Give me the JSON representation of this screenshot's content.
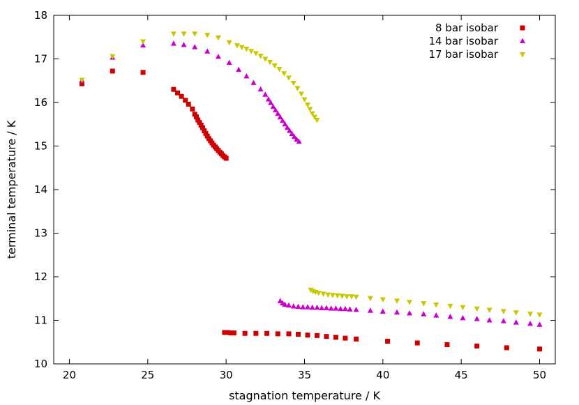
{
  "chart_data": {
    "type": "scatter",
    "title": "",
    "xlabel": "stagnation temperature / K",
    "ylabel": "terminal temperature / K",
    "xlim": [
      19,
      51
    ],
    "ylim": [
      10,
      18
    ],
    "xticks": [
      20,
      25,
      30,
      35,
      40,
      45,
      50
    ],
    "yticks": [
      10,
      11,
      12,
      13,
      14,
      15,
      16,
      17,
      18
    ],
    "grid": false,
    "legend_position": "top-right",
    "series": [
      {
        "name": "8 bar isobar",
        "marker": "square",
        "color": "#cc0000",
        "points": [
          [
            20.8,
            16.43
          ],
          [
            22.75,
            16.72
          ],
          [
            24.7,
            16.69
          ],
          [
            26.65,
            16.3
          ],
          [
            26.9,
            16.22
          ],
          [
            27.15,
            16.14
          ],
          [
            27.4,
            16.05
          ],
          [
            27.6,
            15.96
          ],
          [
            27.85,
            15.85
          ],
          [
            28.0,
            15.73
          ],
          [
            28.1,
            15.67
          ],
          [
            28.2,
            15.6
          ],
          [
            28.3,
            15.54
          ],
          [
            28.4,
            15.48
          ],
          [
            28.5,
            15.42
          ],
          [
            28.6,
            15.35
          ],
          [
            28.7,
            15.29
          ],
          [
            28.8,
            15.23
          ],
          [
            28.9,
            15.17
          ],
          [
            29.0,
            15.12
          ],
          [
            29.1,
            15.07
          ],
          [
            29.2,
            15.02
          ],
          [
            29.3,
            14.98
          ],
          [
            29.4,
            14.94
          ],
          [
            29.5,
            14.9
          ],
          [
            29.6,
            14.86
          ],
          [
            29.7,
            14.82
          ],
          [
            29.8,
            14.78
          ],
          [
            29.9,
            14.75
          ],
          [
            30.0,
            14.72
          ],
          [
            29.9,
            10.72
          ],
          [
            30.1,
            10.72
          ],
          [
            30.3,
            10.71
          ],
          [
            30.5,
            10.71
          ],
          [
            31.2,
            10.7
          ],
          [
            31.9,
            10.7
          ],
          [
            32.6,
            10.7
          ],
          [
            33.3,
            10.69
          ],
          [
            34.0,
            10.69
          ],
          [
            34.6,
            10.68
          ],
          [
            35.2,
            10.66
          ],
          [
            35.8,
            10.65
          ],
          [
            36.4,
            10.63
          ],
          [
            37.0,
            10.61
          ],
          [
            37.6,
            10.59
          ],
          [
            38.3,
            10.57
          ],
          [
            40.3,
            10.52
          ],
          [
            42.2,
            10.48
          ],
          [
            44.1,
            10.44
          ],
          [
            46.0,
            10.41
          ],
          [
            47.9,
            10.37
          ],
          [
            50.0,
            10.34
          ]
        ]
      },
      {
        "name": "14 bar isobar",
        "marker": "triangle-up",
        "color": "#cc00cc",
        "points": [
          [
            20.8,
            16.5
          ],
          [
            22.75,
            17.03
          ],
          [
            24.7,
            17.31
          ],
          [
            26.65,
            17.35
          ],
          [
            27.3,
            17.32
          ],
          [
            28.0,
            17.27
          ],
          [
            28.8,
            17.17
          ],
          [
            29.5,
            17.05
          ],
          [
            30.2,
            16.91
          ],
          [
            30.8,
            16.75
          ],
          [
            31.3,
            16.6
          ],
          [
            31.75,
            16.45
          ],
          [
            32.2,
            16.3
          ],
          [
            32.5,
            16.18
          ],
          [
            32.7,
            16.07
          ],
          [
            32.85,
            15.99
          ],
          [
            33.0,
            15.9
          ],
          [
            33.15,
            15.82
          ],
          [
            33.3,
            15.74
          ],
          [
            33.45,
            15.66
          ],
          [
            33.6,
            15.58
          ],
          [
            33.75,
            15.5
          ],
          [
            33.9,
            15.42
          ],
          [
            34.05,
            15.35
          ],
          [
            34.2,
            15.28
          ],
          [
            34.35,
            15.21
          ],
          [
            34.5,
            15.15
          ],
          [
            34.65,
            15.1
          ],
          [
            33.45,
            11.44
          ],
          [
            33.6,
            11.39
          ],
          [
            33.75,
            11.36
          ],
          [
            34.0,
            11.34
          ],
          [
            34.3,
            11.32
          ],
          [
            34.6,
            11.31
          ],
          [
            34.9,
            11.3
          ],
          [
            35.2,
            11.3
          ],
          [
            35.5,
            11.29
          ],
          [
            35.8,
            11.29
          ],
          [
            36.1,
            11.28
          ],
          [
            36.4,
            11.28
          ],
          [
            36.7,
            11.27
          ],
          [
            37.0,
            11.27
          ],
          [
            37.3,
            11.26
          ],
          [
            37.6,
            11.26
          ],
          [
            37.9,
            11.25
          ],
          [
            38.3,
            11.24
          ],
          [
            39.2,
            11.22
          ],
          [
            40.0,
            11.2
          ],
          [
            40.9,
            11.18
          ],
          [
            41.7,
            11.16
          ],
          [
            42.6,
            11.14
          ],
          [
            43.4,
            11.11
          ],
          [
            44.3,
            11.08
          ],
          [
            45.1,
            11.05
          ],
          [
            46.0,
            11.03
          ],
          [
            46.8,
            11.0
          ],
          [
            47.7,
            10.98
          ],
          [
            48.5,
            10.95
          ],
          [
            49.4,
            10.92
          ],
          [
            50.0,
            10.9
          ]
        ]
      },
      {
        "name": "17 bar isobar",
        "marker": "triangle-down",
        "color": "#c8c800",
        "points": [
          [
            20.8,
            16.52
          ],
          [
            22.75,
            17.06
          ],
          [
            24.7,
            17.4
          ],
          [
            26.65,
            17.58
          ],
          [
            27.3,
            17.58
          ],
          [
            28.0,
            17.58
          ],
          [
            28.8,
            17.55
          ],
          [
            29.5,
            17.49
          ],
          [
            30.2,
            17.38
          ],
          [
            30.7,
            17.31
          ],
          [
            31.0,
            17.27
          ],
          [
            31.3,
            17.23
          ],
          [
            31.6,
            17.18
          ],
          [
            31.9,
            17.13
          ],
          [
            32.2,
            17.07
          ],
          [
            32.5,
            17.0
          ],
          [
            32.8,
            16.93
          ],
          [
            33.1,
            16.85
          ],
          [
            33.4,
            16.77
          ],
          [
            33.7,
            16.67
          ],
          [
            34.0,
            16.57
          ],
          [
            34.3,
            16.45
          ],
          [
            34.55,
            16.33
          ],
          [
            34.8,
            16.2
          ],
          [
            35.0,
            16.07
          ],
          [
            35.2,
            15.95
          ],
          [
            35.35,
            15.85
          ],
          [
            35.5,
            15.75
          ],
          [
            35.65,
            15.67
          ],
          [
            35.8,
            15.6
          ],
          [
            35.4,
            11.7
          ],
          [
            35.55,
            11.67
          ],
          [
            35.7,
            11.65
          ],
          [
            35.9,
            11.63
          ],
          [
            36.2,
            11.61
          ],
          [
            36.5,
            11.59
          ],
          [
            36.8,
            11.58
          ],
          [
            37.1,
            11.57
          ],
          [
            37.4,
            11.56
          ],
          [
            37.7,
            11.55
          ],
          [
            38.0,
            11.55
          ],
          [
            38.3,
            11.54
          ],
          [
            39.2,
            11.51
          ],
          [
            40.0,
            11.48
          ],
          [
            40.9,
            11.45
          ],
          [
            41.7,
            11.42
          ],
          [
            42.6,
            11.39
          ],
          [
            43.4,
            11.36
          ],
          [
            44.3,
            11.33
          ],
          [
            45.1,
            11.3
          ],
          [
            46.0,
            11.27
          ],
          [
            46.8,
            11.24
          ],
          [
            47.7,
            11.21
          ],
          [
            48.5,
            11.18
          ],
          [
            49.4,
            11.15
          ],
          [
            50.0,
            11.13
          ]
        ]
      }
    ]
  }
}
